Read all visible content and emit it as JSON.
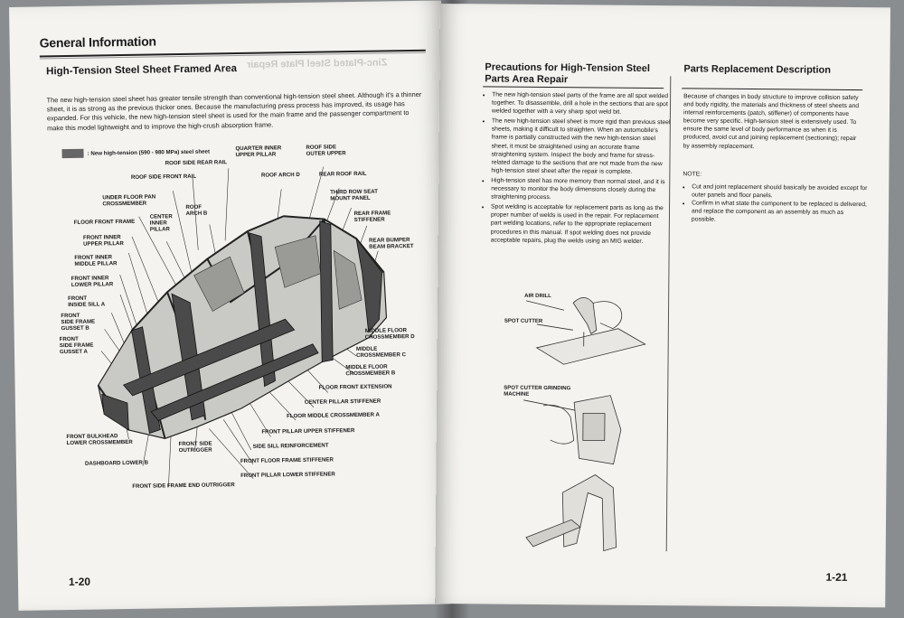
{
  "left_page": {
    "section_title": "General Information",
    "heading": "High-Tension Steel Sheet Framed Area",
    "ghost_heading": "Zinc-Plated Steel Plate Repair",
    "intro": "The new high-tension steel sheet has greater tensile strength than conventional high-tension steel sheet. Although it's a thinner sheet, it is as strong as the previous thicker ones. Because the manufacturing press process has improved, its usage has expanded. For this vehicle, the new high-tension steel sheet is used for the main frame and the passenger compartment to make this model lightweight and to improve the high-crush absorption frame.",
    "legend": ": New high-tension (590 - 980 MPa) steel sheet",
    "labels": {
      "quarter_inner_upper_pillar": "QUARTER INNER\nUPPER PILLAR",
      "roof_side_outer_upper": "ROOF SIDE\nOUTER UPPER",
      "roof_side_rear_rail": "ROOF SIDE REAR RAIL",
      "roof_side_front_rail": "ROOF SIDE FRONT RAIL",
      "roof_arch_d": "ROOF ARCH D",
      "rear_roof_rail": "REAR ROOF RAIL",
      "under_floor_pan_crossmember": "UNDER FLOOR PAN\nCROSSMEMBER",
      "third_row_seat_mount_panel": "THIRD ROW SEAT\nMOUNT PANEL",
      "roof_arch_b": "ROOF\nARCH B",
      "center_inner_pillar": "CENTER\nINNER\nPILLAR",
      "floor_front_frame": "FLOOR FRONT FRAME",
      "rear_frame_stiffener": "REAR FRAME\nSTIFFENER",
      "front_inner_upper_pillar": "FRONT INNER\nUPPER PILLAR",
      "rear_bumper_beam_bracket": "REAR BUMPER\nBEAM BRACKET",
      "front_inner_middle_pillar": "FRONT INNER\nMIDDLE PILLAR",
      "front_inner_lower_pillar": "FRONT INNER\nLOWER PILLAR",
      "front_inside_sill_a": "FRONT\nINSIDE SILL A",
      "front_side_frame_gusset_b": "FRONT\nSIDE FRAME\nGUSSET B",
      "front_side_frame_gusset_a": "FRONT\nSIDE FRAME\nGUSSET A",
      "middle_floor_crossmember_d": "MIDDLE FLOOR\nCROSSMEMBER D",
      "middle_crossmember_c": "MIDDLE\nCROSSMEMBER C",
      "middle_floor_crossmember_b": "MIDDLE FLOOR\nCROSSMEMBER B",
      "floor_front_extension": "FLOOR FRONT EXTENSION",
      "center_pillar_stiffener": "CENTER PILLAR STIFFENER",
      "floor_middle_crossmember_a": "FLOOR MIDDLE CROSSMEMBER A",
      "front_pillar_upper_stiffener": "FRONT PILLAR UPPER STIFFENER",
      "front_bulkhead_lower_crossmember": "FRONT BULKHEAD\nLOWER CROSSMEMBER",
      "front_side_outrigger": "FRONT SIDE\nOUTRIGGER",
      "side_sill_reinforcement": "SIDE SILL REINFORCEMENT",
      "dashboard_lower_b": "DASHBOARD LOWER B",
      "front_floor_frame_stiffener": "FRONT FLOOR FRAME STIFFENER",
      "front_pillar_lower_stiffener": "FRONT PILLAR LOWER STIFFENER",
      "front_side_frame_end_outrigger": "FRONT SIDE FRAME END OUTRIGGER"
    },
    "page_number": "1-20"
  },
  "right_page": {
    "precautions_title": "Precautions for High-Tension Steel\nParts Area Repair",
    "precautions": [
      "The new high-tension steel parts of the frame are all spot welded together. To disassemble, drill a hole in the sections that are spot welded together with a very sharp spot weld bit.",
      "The new high-tension steel sheet is more rigid than previous steel sheets, making it difficult to straighten. When an automobile's frame is partially constructed with the new high-tension steel sheet, it must be straightened using an accurate frame straightening system. Inspect the body and frame for stress-related damage to the sections that are not made from the new high-tension steel sheet after the repair is complete.",
      "High-tension steel has more memory than normal steel, and it is necessary to monitor the body dimensions closely during the straightening process.",
      "Spot welding is acceptable for replacement parts as long as the proper number of welds is used in the repair. For replacement part welding locations, refer to the appropriate replacement procedures in this manual. If spot welding does not provide acceptable repairs, plug the welds using an MIG welder."
    ],
    "parts_title": "Parts Replacement Description",
    "parts_description": "Because of changes in body structure to improve collision safety and body rigidity, the materials and thickness of steel sheets and internal reinforcements (patch, stiffener) of components have become very specific. High-tension steel is extensively used. To ensure the same level of body performance as when it is produced, avoid cut and joining replacement (sectioning); repair by assembly replacement.",
    "note_label": "NOTE:",
    "notes": [
      "Cut and joint replacement should basically be avoided except for outer panels and floor panels.",
      "Confirm in what state the component to be replaced is delivered, and replace the component as an assembly as much as possible."
    ],
    "tools": {
      "air_drill": "AIR DRILL",
      "spot_cutter": "SPOT CUTTER",
      "spot_cutter_grinding_machine": "SPOT CUTTER GRINDING\nMACHINE"
    },
    "page_number": "1-21"
  }
}
